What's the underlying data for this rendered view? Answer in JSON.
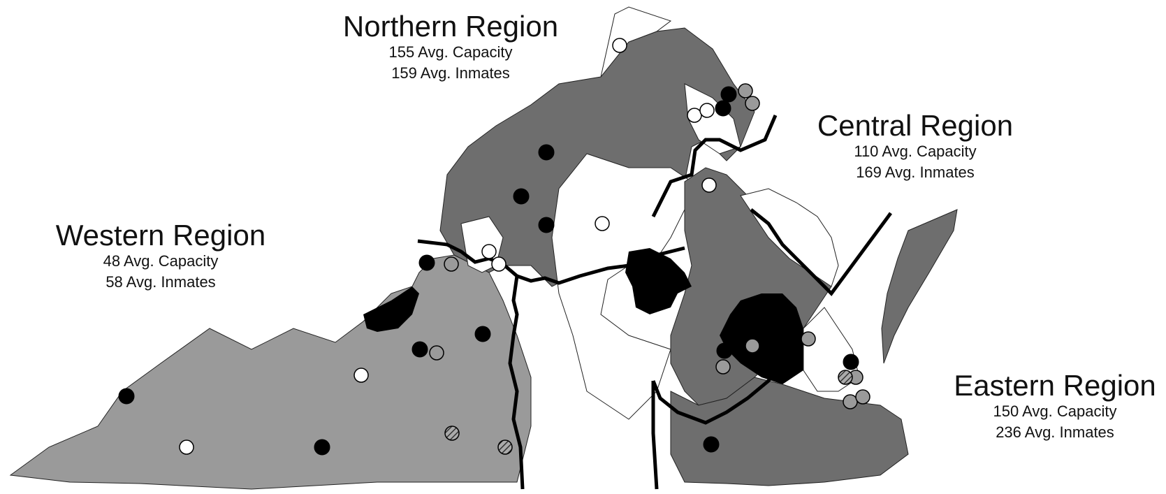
{
  "regions": {
    "northern": {
      "title": "Northern Region",
      "capacity": "155  Avg. Capacity",
      "inmates": "159  Avg. Inmates"
    },
    "central": {
      "title": "Central Region",
      "capacity": "110  Avg. Capacity",
      "inmates": "169  Avg. Inmates"
    },
    "western": {
      "title": "Western Region",
      "capacity": "48  Avg. Capacity",
      "inmates": "58  Avg. Inmates"
    },
    "eastern": {
      "title": "Eastern Region",
      "capacity": "150  Avg. Capacity",
      "inmates": "236  Avg. Inmates"
    }
  },
  "colors": {
    "dark_shade": "#6e6e6e",
    "medium_shade": "#9a9a9a",
    "white_fill": "#ffffff",
    "black_fill": "#000000",
    "border": "#111111"
  },
  "legend_note": ""
}
